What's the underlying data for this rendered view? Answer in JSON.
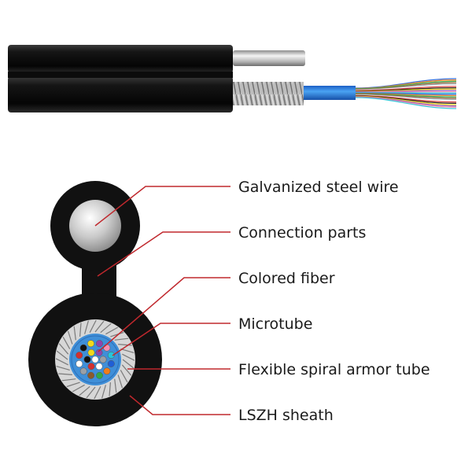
{
  "labels": [
    "Galvanized steel wire",
    "Connection parts",
    "Colored fiber",
    "Microtube",
    "Flexible spiral armor tube",
    "LSZH sheath"
  ],
  "colors": {
    "sheath": "#111111",
    "leader_line": "#c0282d",
    "gel": "#3f8fd8",
    "fiber_colors": [
      "#1f5fd6",
      "#f07d1a",
      "#2fa84a",
      "#8b5a2b",
      "#9aa0a6",
      "#ffffff",
      "#d32f2f",
      "#111111",
      "#f2d91a",
      "#8e44ad",
      "#f48fb1",
      "#26c6da"
    ]
  }
}
